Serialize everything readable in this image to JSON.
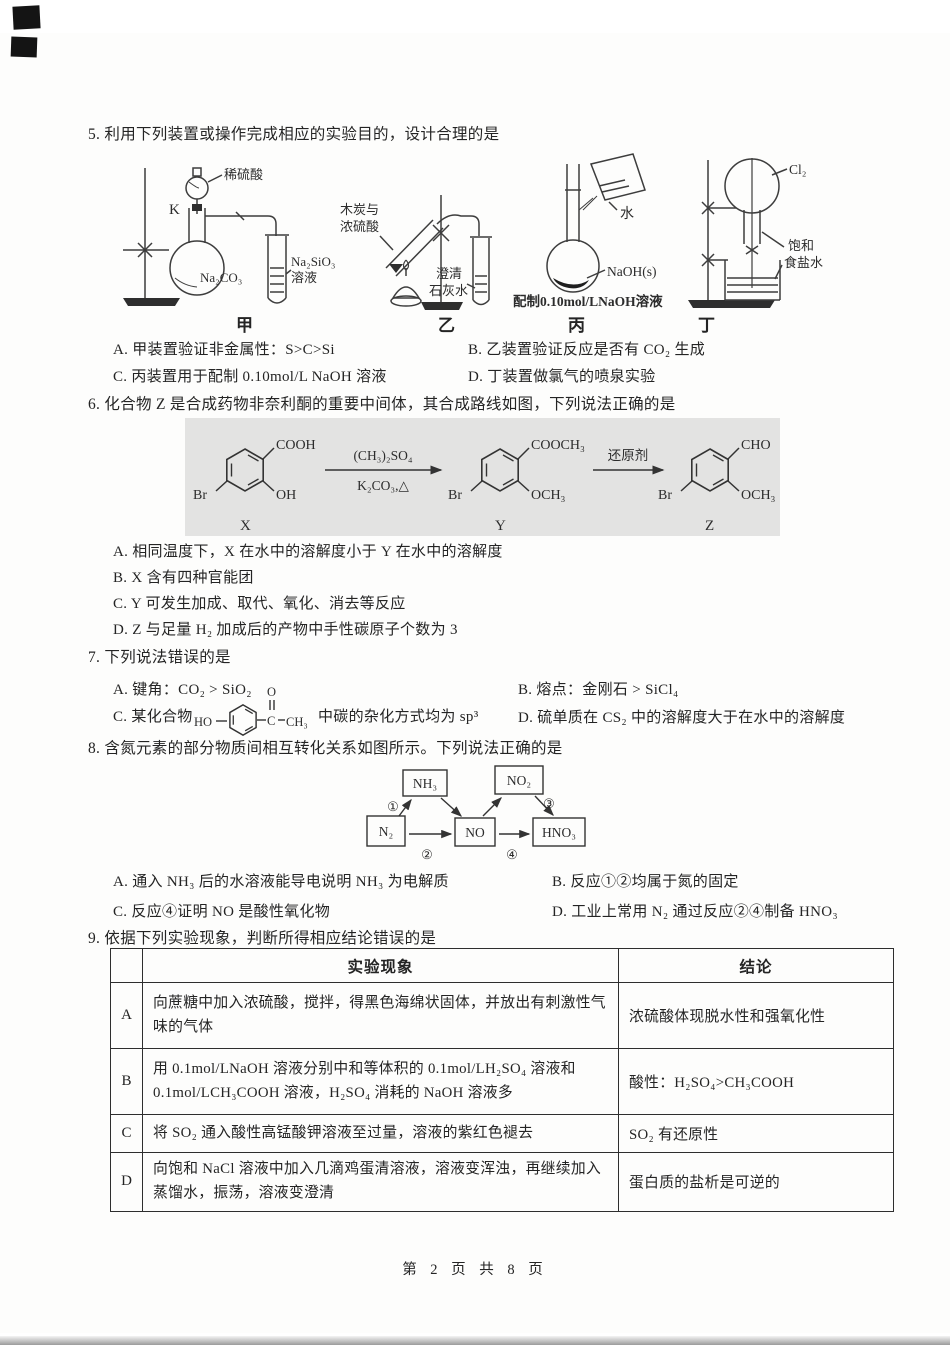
{
  "footer": "第 2 页 共 8 页",
  "q5": {
    "stem": "5. 利用下列装置或操作完成相应的实验目的，设计合理的是",
    "apparatus": {
      "jia": {
        "k": "K",
        "acid": "稀硫酸",
        "flask": "Na₂CO₃",
        "tube1": "Na₂SiO₃",
        "tube2": "溶液",
        "caption": "甲"
      },
      "yi": {
        "fuel1": "木炭与",
        "fuel2": "浓硫酸",
        "lime1": "澄清",
        "lime2": "石灰水",
        "caption": "乙"
      },
      "bing": {
        "water": "水",
        "naoh": "NaOH(s)",
        "prep": "配制0.10mol/LNaOH溶液",
        "caption": "丙"
      },
      "ding": {
        "gas": "Cl₂",
        "brine1": "饱和",
        "brine2": "食盐水",
        "caption": "丁"
      }
    },
    "options": {
      "a": "A. 甲装置验证非金属性：S>C>Si",
      "b": "B. 乙装置验证反应是否有 CO₂ 生成",
      "c": "C. 丙装置用于配制 0.10mol/L NaOH 溶液",
      "d": "D. 丁装置做氯气的喷泉实验"
    }
  },
  "q6": {
    "stem": "6. 化合物 Z 是合成药物非奈利酮的重要中间体，其合成路线如图，下列说法正确的是",
    "scheme": {
      "x": {
        "top": "COOH",
        "right": "OH",
        "left": "Br",
        "label": "X"
      },
      "arrow1": {
        "top": "(CH₃)₂SO₄",
        "bottom": "K₂CO₃,△"
      },
      "y": {
        "top": "COOCH₃",
        "right": "OCH₃",
        "left": "Br",
        "label": "Y"
      },
      "arrow2": {
        "top": "还原剂"
      },
      "z": {
        "top": "CHO",
        "right": "OCH₃",
        "left": "Br",
        "label": "Z"
      }
    },
    "options": {
      "a": "A. 相同温度下，X 在水中的溶解度小于 Y 在水中的溶解度",
      "b": "B. X 含有四种官能团",
      "c": "C. Y 可发生加成、取代、氧化、消去等反应",
      "d": "D. Z 与足量 H₂ 加成后的产物中手性碳原子个数为 3"
    }
  },
  "q7": {
    "stem": "7. 下列说法错误的是",
    "options": {
      "a": "A. 键角：CO₂ > SiO₂",
      "b": "B. 熔点：金刚石 > SiCl₄",
      "c_prefix": "C. 某化合物",
      "c_struct": {
        "ho": "HO",
        "o": "O",
        "c": "C",
        "ch3": "CH₃"
      },
      "c_suffix": "中碳的杂化方式均为 sp³",
      "d": "D. 硫单质在 CS₂ 中的溶解度大于在水中的溶解度"
    }
  },
  "q8": {
    "stem": "8. 含氮元素的部分物质间相互转化关系如图所示。下列说法正确的是",
    "diagram": {
      "nodes": {
        "n2": "N₂",
        "nh3": "NH₃",
        "no": "NO",
        "no2": "NO₂",
        "hno3": "HNO₃"
      },
      "labels": {
        "r1": "①",
        "r2": "②",
        "r3": "③",
        "r4": "④"
      }
    },
    "options": {
      "a": "A. 通入 NH₃ 后的水溶液能导电说明 NH₃ 为电解质",
      "b": "B. 反应①②均属于氮的固定",
      "c": "C. 反应④证明 NO 是酸性氧化物",
      "d": "D. 工业上常用 N₂ 通过反应②④制备 HNO₃"
    }
  },
  "q9": {
    "stem": "9. 依据下列实验现象，判断所得相应结论错误的是",
    "table": {
      "headers": {
        "phenomenon": "实验现象",
        "conclusion": "结论"
      },
      "rows": [
        {
          "label": "A",
          "phenomenon": "向蔗糖中加入浓硫酸，搅拌，得黑色海绵状固体，并放出有刺激性气味的气体",
          "conclusion": "浓硫酸体现脱水性和强氧化性"
        },
        {
          "label": "B",
          "phenomenon": "用 0.1mol/LNaOH 溶液分别中和等体积的 0.1mol/LH₂SO₄ 溶液和 0.1mol/LCH₃COOH 溶液，H₂SO₄ 消耗的 NaOH 溶液多",
          "conclusion": "酸性：H₂SO₄>CH₃COOH"
        },
        {
          "label": "C",
          "phenomenon": "将 SO₂ 通入酸性高锰酸钾溶液至过量，溶液的紫红色褪去",
          "conclusion": "SO₂ 有还原性"
        },
        {
          "label": "D",
          "phenomenon": "向饱和 NaCl 溶液中加入几滴鸡蛋清溶液，溶液变浑浊，再继续加入蒸馏水，振荡，溶液变澄清",
          "conclusion": "蛋白质的盐析是可逆的"
        }
      ]
    }
  }
}
